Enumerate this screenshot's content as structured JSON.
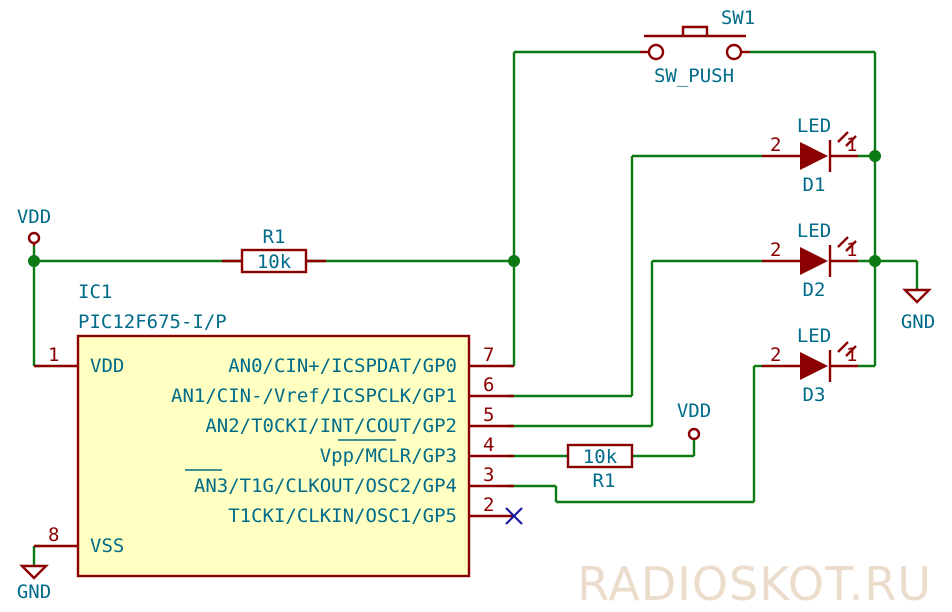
{
  "components": {
    "ic": {
      "ref": "IC1",
      "value": "PIC12F675-I/P"
    },
    "ic_pins": [
      {
        "num": "1",
        "name": "VDD"
      },
      {
        "num": "7",
        "name": "AN0/CIN+/ICSPDAT/GP0"
      },
      {
        "num": "6",
        "name": "AN1/CIN-/Vref/ICSPCLK/GP1"
      },
      {
        "num": "5",
        "name": "AN2/T0CKI/INT/COUT/GP2"
      },
      {
        "num": "4",
        "name": "Vpp/MCLR/GP3"
      },
      {
        "num": "3",
        "name": "AN3/T1G/CLKOUT/OSC2/GP4"
      },
      {
        "num": "2",
        "name": "T1CKI/CLKIN/OSC1/GP5"
      },
      {
        "num": "8",
        "name": "VSS"
      }
    ],
    "r1_top": {
      "ref": "R1",
      "value": "10k"
    },
    "r1_bottom": {
      "ref": "R1",
      "value": "10k"
    },
    "sw1": {
      "ref": "SW1",
      "value": "SW_PUSH"
    },
    "leds": [
      {
        "ref": "D1",
        "value": "LED",
        "pin_anode": "2",
        "pin_cathode": "1"
      },
      {
        "ref": "D2",
        "value": "LED",
        "pin_anode": "2",
        "pin_cathode": "1"
      },
      {
        "ref": "D3",
        "value": "LED",
        "pin_anode": "2",
        "pin_cathode": "1"
      }
    ]
  },
  "power": {
    "vdd_left": "VDD",
    "vdd_right": "VDD",
    "gnd_left": "GND",
    "gnd_right": "GND"
  },
  "watermark": "RADIOSKOT.RU"
}
